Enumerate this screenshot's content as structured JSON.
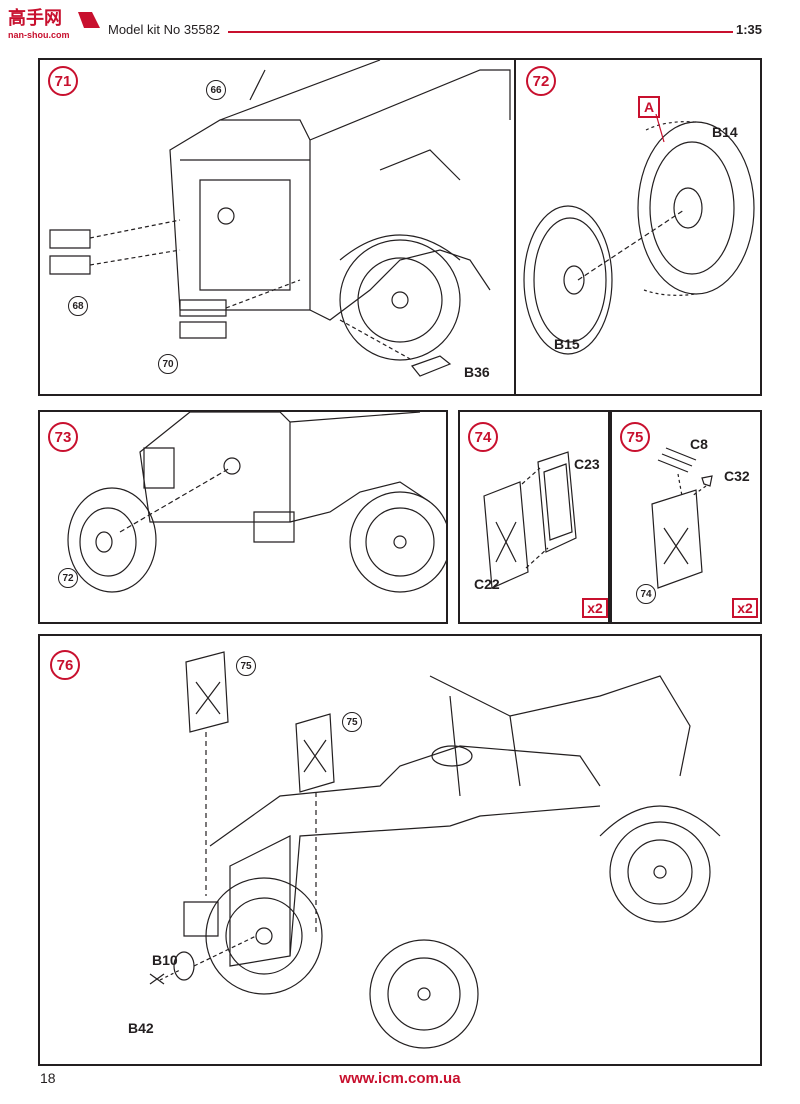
{
  "header": {
    "title": "Model kit No 35582",
    "scale": "1:35",
    "logo_text": "高手网",
    "logo_url": "nan-shou.com",
    "accent_color": "#c8102e"
  },
  "steps": {
    "s71": {
      "number": "71",
      "refs": {
        "r66": "66",
        "r68": "68",
        "r70": "70"
      },
      "parts": {
        "p_b36": "B36"
      }
    },
    "s72": {
      "number": "72",
      "box": "A",
      "parts": {
        "p_b14": "B14",
        "p_b15": "B15"
      }
    },
    "s73": {
      "number": "73",
      "refs": {
        "r72": "72"
      }
    },
    "s74": {
      "number": "74",
      "parts": {
        "p_c23": "C23",
        "p_c22": "C22"
      },
      "multiplier": "x2"
    },
    "s75": {
      "number": "75",
      "parts": {
        "p_c8": "C8",
        "p_c32": "C32"
      },
      "refs": {
        "r74": "74"
      },
      "multiplier": "x2"
    },
    "s76": {
      "number": "76",
      "refs": {
        "r75a": "75",
        "r75b": "75"
      },
      "parts": {
        "p_b10": "B10",
        "p_b42": "B42"
      }
    }
  },
  "footer": {
    "page": "18",
    "url": "www.icm.com.ua"
  }
}
